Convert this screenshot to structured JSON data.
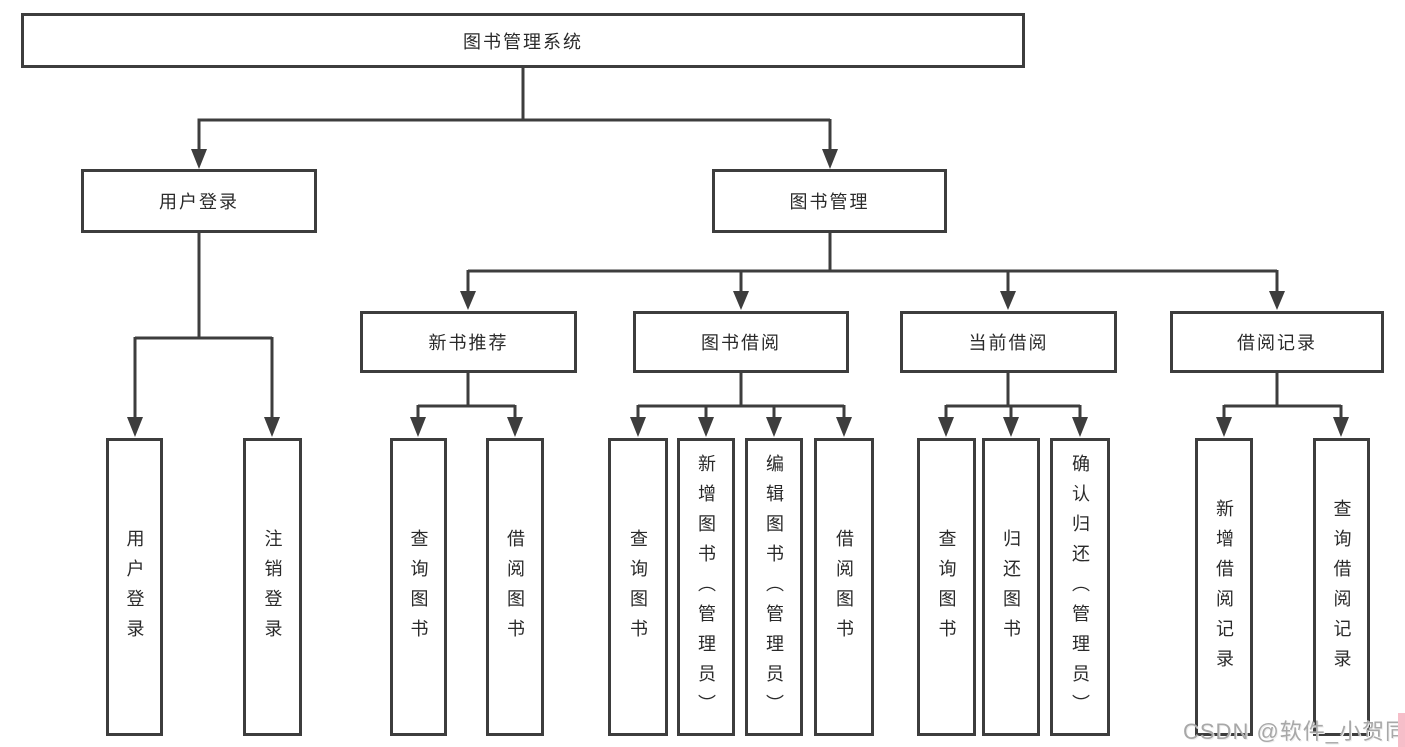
{
  "diagram": {
    "watermark": "CSDN @软件_小贺同学",
    "colors": {
      "line": "#3d3d3d",
      "box_border": "#3d3d3d",
      "text": "#2a2a2a",
      "watermark_text": "#a8a8a8",
      "watermark_accent": "#f6bec9",
      "background": "#ffffff"
    },
    "nodes": {
      "root": {
        "label": "图书管理系统"
      },
      "user_login": {
        "label": "用户登录"
      },
      "book_mgmt": {
        "label": "图书管理"
      },
      "new_book_rec": {
        "label": "新书推荐"
      },
      "book_borrow": {
        "label": "图书借阅"
      },
      "current_borrow": {
        "label": "当前借阅"
      },
      "borrow_records": {
        "label": "借阅记录"
      },
      "ul_user_login": {
        "label": "用户登录"
      },
      "ul_logout": {
        "label": "注销登录"
      },
      "nb_query_book": {
        "label": "查询图书"
      },
      "nb_borrow_book": {
        "label": "借阅图书"
      },
      "bb_query_book": {
        "label": "查询图书"
      },
      "bb_add_book": {
        "label": "新增图书（管理员）"
      },
      "bb_edit_book": {
        "label": "编辑图书（管理员）"
      },
      "bb_borrow_book": {
        "label": "借阅图书"
      },
      "cb_query_book": {
        "label": "查询图书"
      },
      "cb_return_book": {
        "label": "归还图书"
      },
      "cb_confirm_return": {
        "label": "确认归还（管理员）"
      },
      "br_add_record": {
        "label": "新增借阅记录"
      },
      "br_query_record": {
        "label": "查询借阅记录"
      }
    },
    "hierarchy": {
      "图书管理系统": {
        "用户登录": [
          "用户登录",
          "注销登录"
        ],
        "图书管理": {
          "新书推荐": [
            "查询图书",
            "借阅图书"
          ],
          "图书借阅": [
            "查询图书",
            "新增图书（管理员）",
            "编辑图书（管理员）",
            "借阅图书"
          ],
          "当前借阅": [
            "查询图书",
            "归还图书",
            "确认归还（管理员）"
          ],
          "借阅记录": [
            "新增借阅记录",
            "查询借阅记录"
          ]
        }
      }
    }
  }
}
